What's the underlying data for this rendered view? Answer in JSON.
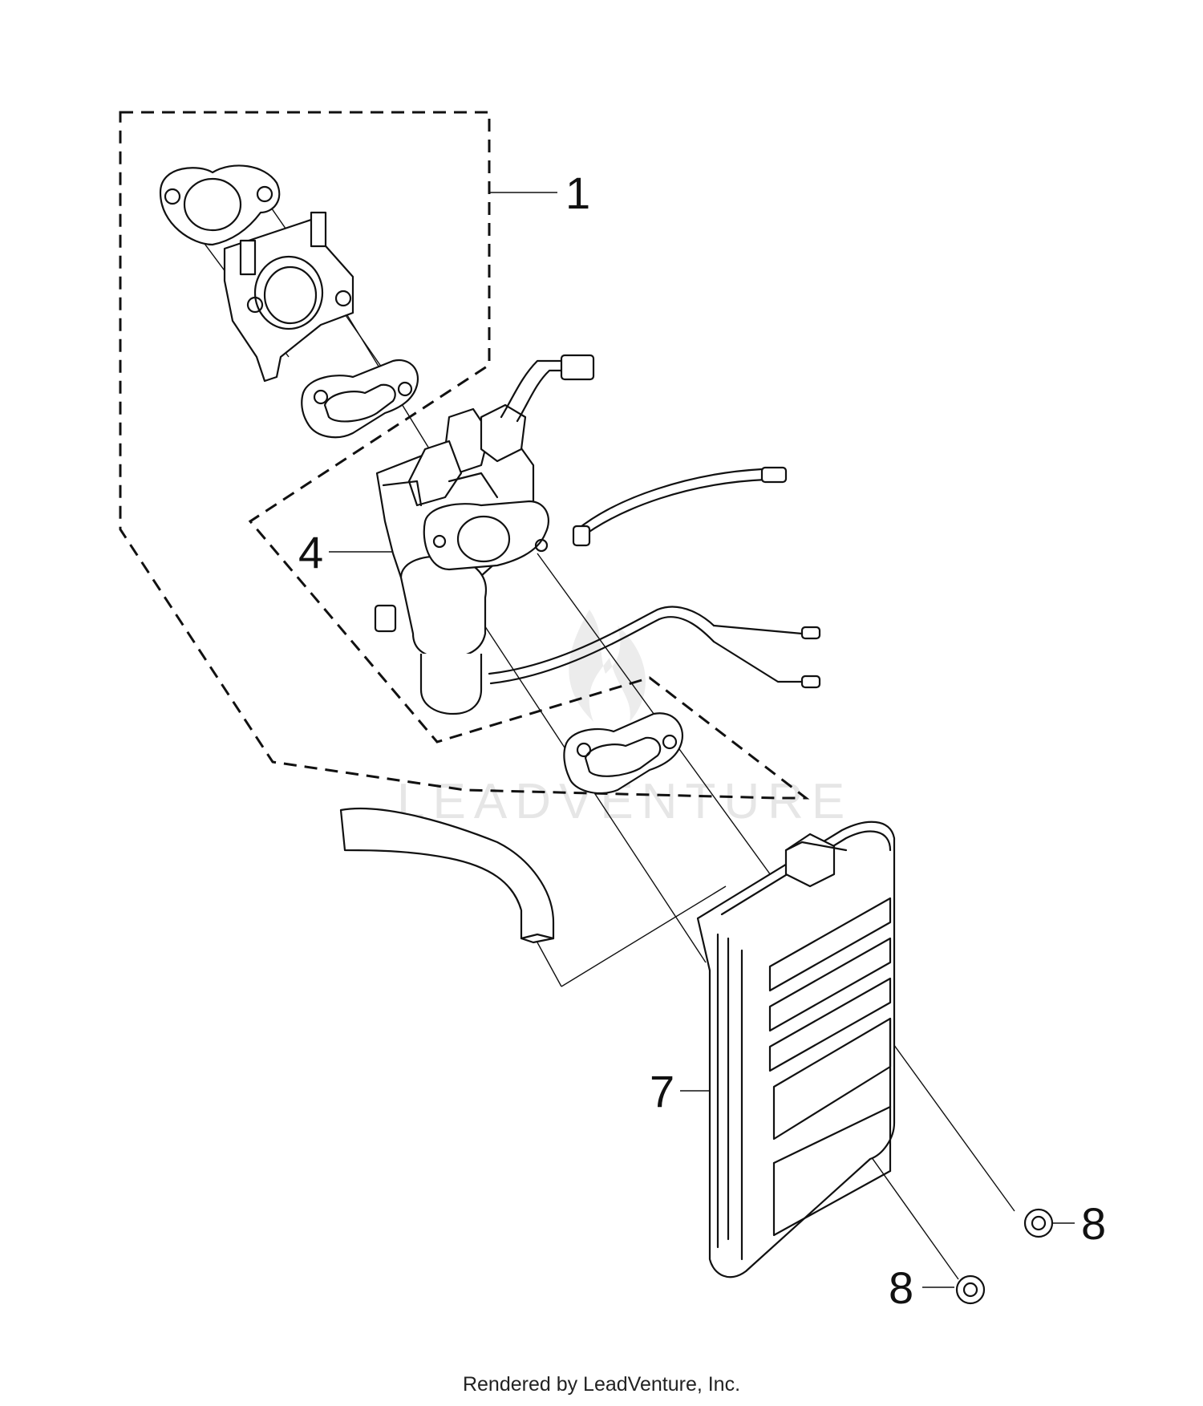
{
  "diagram": {
    "callouts": {
      "c1": "1",
      "c4": "4",
      "c7": "7",
      "c8a": "8",
      "c8b": "8"
    },
    "watermark": "LEADVENTURE",
    "footer": "Rendered by LeadVenture, Inc."
  }
}
